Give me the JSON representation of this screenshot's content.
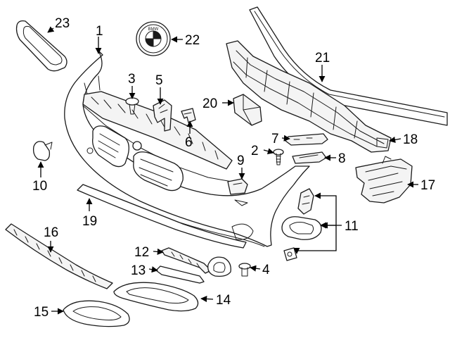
{
  "diagram": {
    "callouts": [
      {
        "id": "1",
        "text": "1"
      },
      {
        "id": "2",
        "text": "2"
      },
      {
        "id": "3",
        "text": "3"
      },
      {
        "id": "4",
        "text": "4"
      },
      {
        "id": "5",
        "text": "5"
      },
      {
        "id": "6",
        "text": "6"
      },
      {
        "id": "7",
        "text": "7"
      },
      {
        "id": "8",
        "text": "8"
      },
      {
        "id": "9",
        "text": "9"
      },
      {
        "id": "10",
        "text": "10"
      },
      {
        "id": "11",
        "text": "11"
      },
      {
        "id": "12",
        "text": "12"
      },
      {
        "id": "13",
        "text": "13"
      },
      {
        "id": "14",
        "text": "14"
      },
      {
        "id": "15",
        "text": "15"
      },
      {
        "id": "16",
        "text": "16"
      },
      {
        "id": "17",
        "text": "17"
      },
      {
        "id": "18",
        "text": "18"
      },
      {
        "id": "19",
        "text": "19"
      },
      {
        "id": "20",
        "text": "20"
      },
      {
        "id": "21",
        "text": "21"
      },
      {
        "id": "22",
        "text": "22"
      },
      {
        "id": "23",
        "text": "23"
      }
    ],
    "emblem_letters": "BMW",
    "colors": {
      "line": "#1a1a1a",
      "part_fill": "#f4f4f4",
      "background": "#ffffff"
    }
  }
}
